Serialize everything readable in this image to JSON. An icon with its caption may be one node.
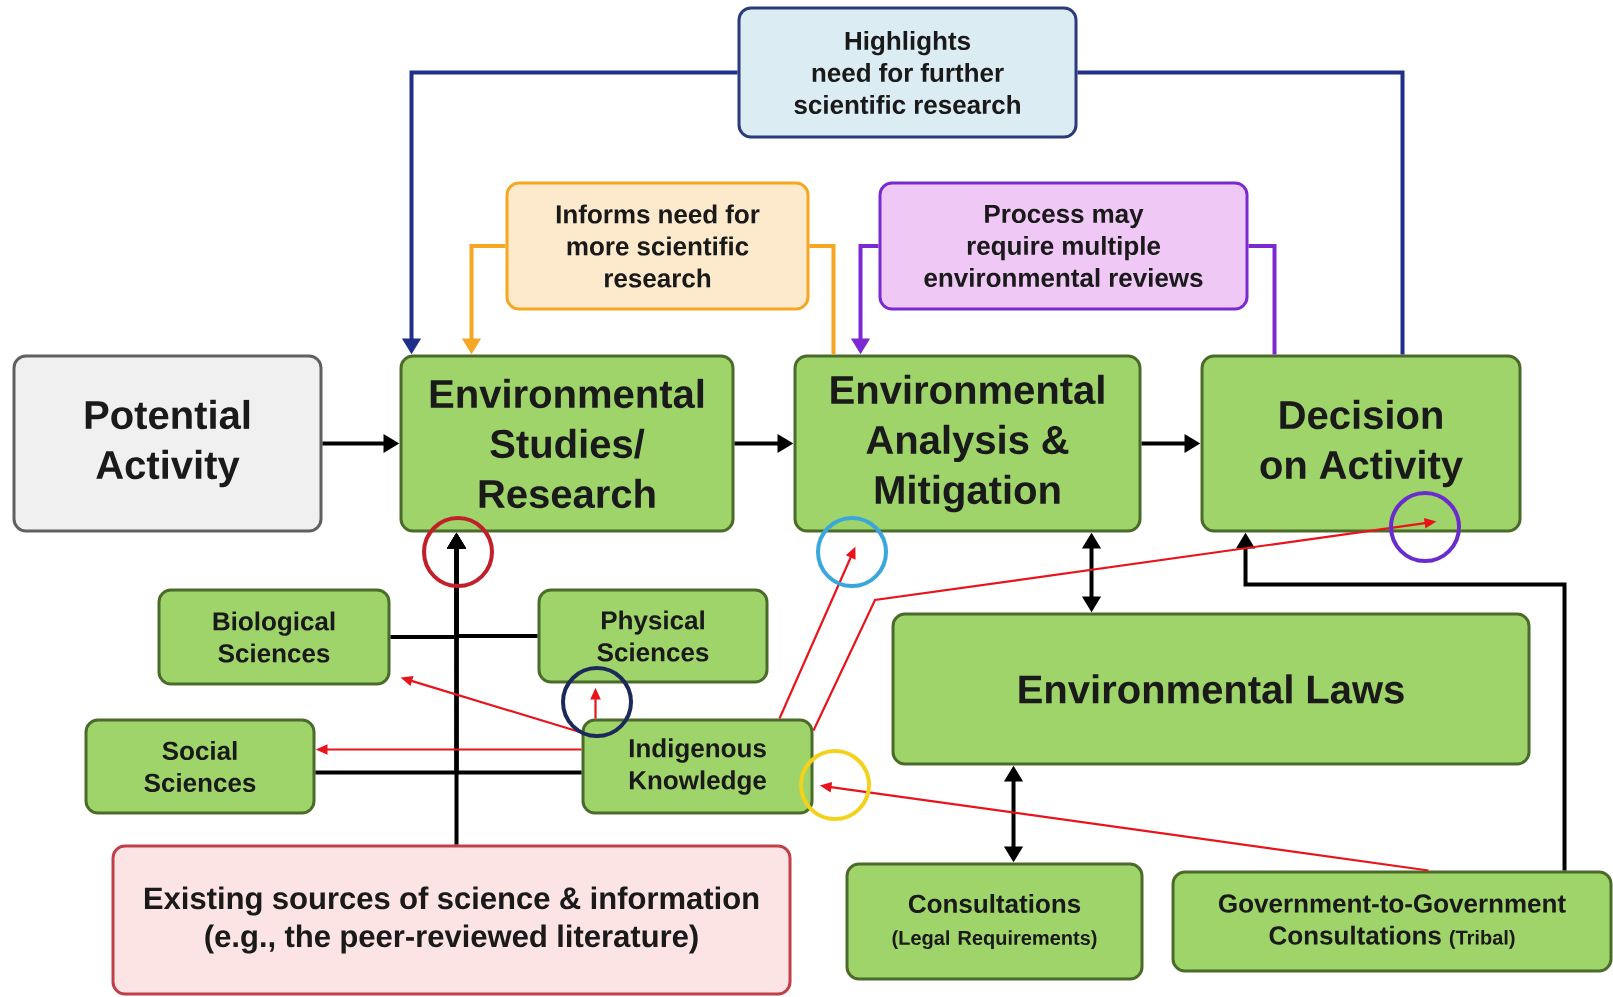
{
  "diagram": {
    "nodes": [
      {
        "text": [
          "Highlights need for further scientific research"
        ]
      },
      {
        "text": [
          "Informs need for more scientific research"
        ]
      },
      {
        "text": [
          "Process may require multiple environmental reviews"
        ]
      },
      {
        "text": [
          "Potential Activity"
        ]
      },
      {
        "text": [
          "Environmental Studies/ Research"
        ]
      },
      {
        "text": [
          "Environmental Analysis & Mitigation"
        ]
      },
      {
        "text": [
          "Decision on Activity"
        ]
      },
      {
        "text": [
          "Biological Sciences"
        ]
      },
      {
        "text": [
          "Physical Sciences"
        ]
      },
      {
        "text": [
          "Environmental Laws"
        ]
      },
      {
        "text": [
          "Social Sciences"
        ]
      },
      {
        "text": [
          "Indigenous Knowledge"
        ]
      },
      {
        "text": [
          "Existing sources of science & information (e.g., the peer-reviewed literature)"
        ]
      },
      {
        "text": [
          "Consultations",
          "(Legal Requirements)"
        ]
      },
      {
        "text": [
          "Government-to-Government Consultations",
          "(Tribal)"
        ]
      }
    ],
    "edges": [
      {
        "from": 0,
        "to": 4,
        "arrow": "to",
        "color": "#1f2f8a"
      },
      {
        "from": 6,
        "to": 0,
        "arrow": "none",
        "color": "#1f2f8a"
      },
      {
        "from": 1,
        "to": 4,
        "arrow": "to",
        "color": "#f5a623"
      },
      {
        "from": 5,
        "to": 1,
        "arrow": "none",
        "color": "#f5a623"
      },
      {
        "from": 2,
        "to": 5,
        "arrow": "to",
        "color": "#7a2ad0"
      },
      {
        "from": 6,
        "to": 2,
        "arrow": "none",
        "color": "#7a2ad0"
      },
      {
        "from": 3,
        "to": 4,
        "arrow": "to"
      },
      {
        "from": 4,
        "to": 5,
        "arrow": "to"
      },
      {
        "from": 5,
        "to": 6,
        "arrow": "to"
      },
      {
        "from": 5,
        "to": 9,
        "arrow": "both"
      },
      {
        "from": 9,
        "to": 13,
        "arrow": "both"
      },
      {
        "from": 14,
        "to": 6,
        "arrow": "to"
      },
      {
        "from": 12,
        "to": 4,
        "arrow": "to"
      },
      {
        "from": 7,
        "to": 4,
        "arrow": "to"
      },
      {
        "from": 8,
        "to": 4,
        "arrow": "to"
      },
      {
        "from": 10,
        "to": 4,
        "arrow": "to"
      },
      {
        "from": 11,
        "to": 4,
        "arrow": "to"
      },
      {
        "from": 11,
        "to": 7,
        "arrow": "to",
        "color": "#e8141c"
      },
      {
        "from": 11,
        "to": 10,
        "arrow": "to",
        "color": "#e8141c"
      },
      {
        "from": 11,
        "to": 8,
        "arrow": "to",
        "color": "#e8141c"
      },
      {
        "from": 11,
        "to": 5,
        "arrow": "to",
        "color": "#e8141c"
      },
      {
        "from": 11,
        "to": 6,
        "arrow": "to",
        "color": "#e8141c"
      },
      {
        "from": 14,
        "to": 11,
        "arrow": "to",
        "color": "#e8141c"
      }
    ]
  }
}
